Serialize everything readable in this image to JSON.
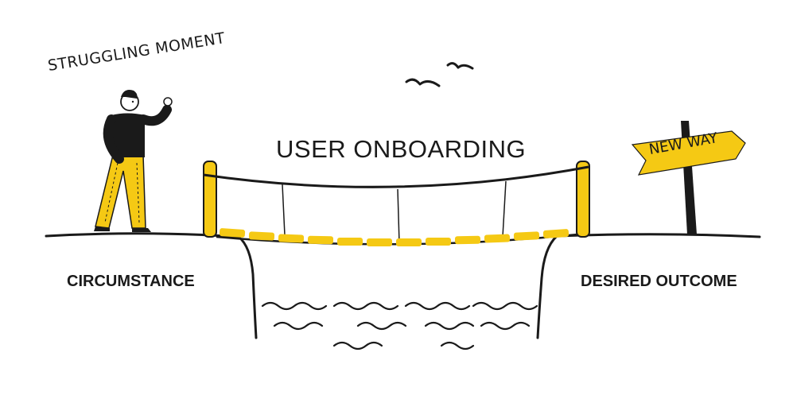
{
  "labels": {
    "struggling_moment": "STRUGGLING MOMENT",
    "bridge_title": "USER ONBOARDING",
    "left_cliff": "CIRCUMSTANCE",
    "right_cliff": "DESIRED OUTCOME",
    "sign": "NEW WAY"
  },
  "colors": {
    "accent_yellow": "#f5c914",
    "ink": "#1a1a1a",
    "background": "#ffffff"
  },
  "icons": [
    "person-icon",
    "birds-icon",
    "signpost-icon",
    "water-waves-icon",
    "rope-bridge-icon"
  ]
}
